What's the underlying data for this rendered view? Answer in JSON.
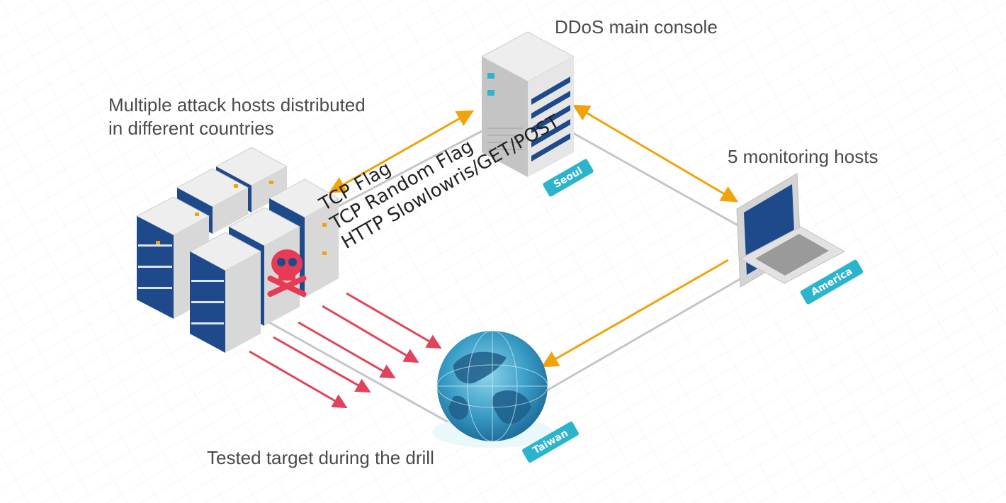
{
  "captions": {
    "attack_hosts": "Multiple attack hosts distributed",
    "attack_hosts_line2": "in different countries",
    "console": "DDoS main console",
    "monitoring": "5 monitoring hosts",
    "target": "Tested target during the drill"
  },
  "attack_methods": [
    "TCP Flag",
    "TCP Random Flag",
    "HTTP Slowlowris/GET/POST"
  ],
  "locations": {
    "console": "Seoul",
    "monitoring": "America",
    "target": "Taiwan"
  },
  "colors": {
    "server_blue": "#1e4a8c",
    "server_gray": "#d8d8d8",
    "arrow_orange": "#f0a30a",
    "attack_red": "#e0445c",
    "tag_cyan": "#2bb5cc",
    "globe_blue": "#3a9ec7",
    "skull_red": "#e63a55"
  }
}
